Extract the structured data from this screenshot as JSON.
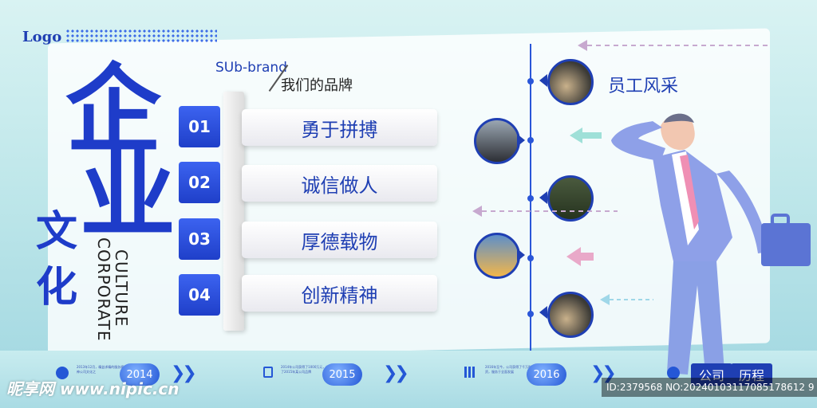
{
  "logo": "Logo",
  "hero": {
    "chars_big": [
      "企",
      "业"
    ],
    "chars_small": [
      "文",
      "化"
    ],
    "vertical_en_1": "CULTURE",
    "vertical_en_2": "CORPORATE"
  },
  "brand": {
    "sub": "SUb-brand",
    "cn": "我们的品牌"
  },
  "items": [
    {
      "num": "01",
      "label": "勇于拼搏"
    },
    {
      "num": "02",
      "label": "诚信做人"
    },
    {
      "num": "03",
      "label": "厚德载物"
    },
    {
      "num": "04",
      "label": "创新精神"
    }
  ],
  "employee_title": "员工风采",
  "timeline": [
    {
      "year": "2014",
      "text": "2013年12月，精益求精的服务精神公司文化之"
    },
    {
      "year": "2015",
      "text": "2014年公司获得了1000万元，收购了2015年某公司品牌"
    },
    {
      "year": "2016",
      "text": "2016年至今，公司获得了千万融资，服务于全面发展"
    }
  ],
  "tags": [
    "公司",
    "历程"
  ],
  "watermark": "昵享网 www.nipic.cn",
  "image_id": "ID:2379568 NO:20240103117085178612 9",
  "colors": {
    "primary": "#1f3fb3",
    "accent": "#2a56d8"
  }
}
